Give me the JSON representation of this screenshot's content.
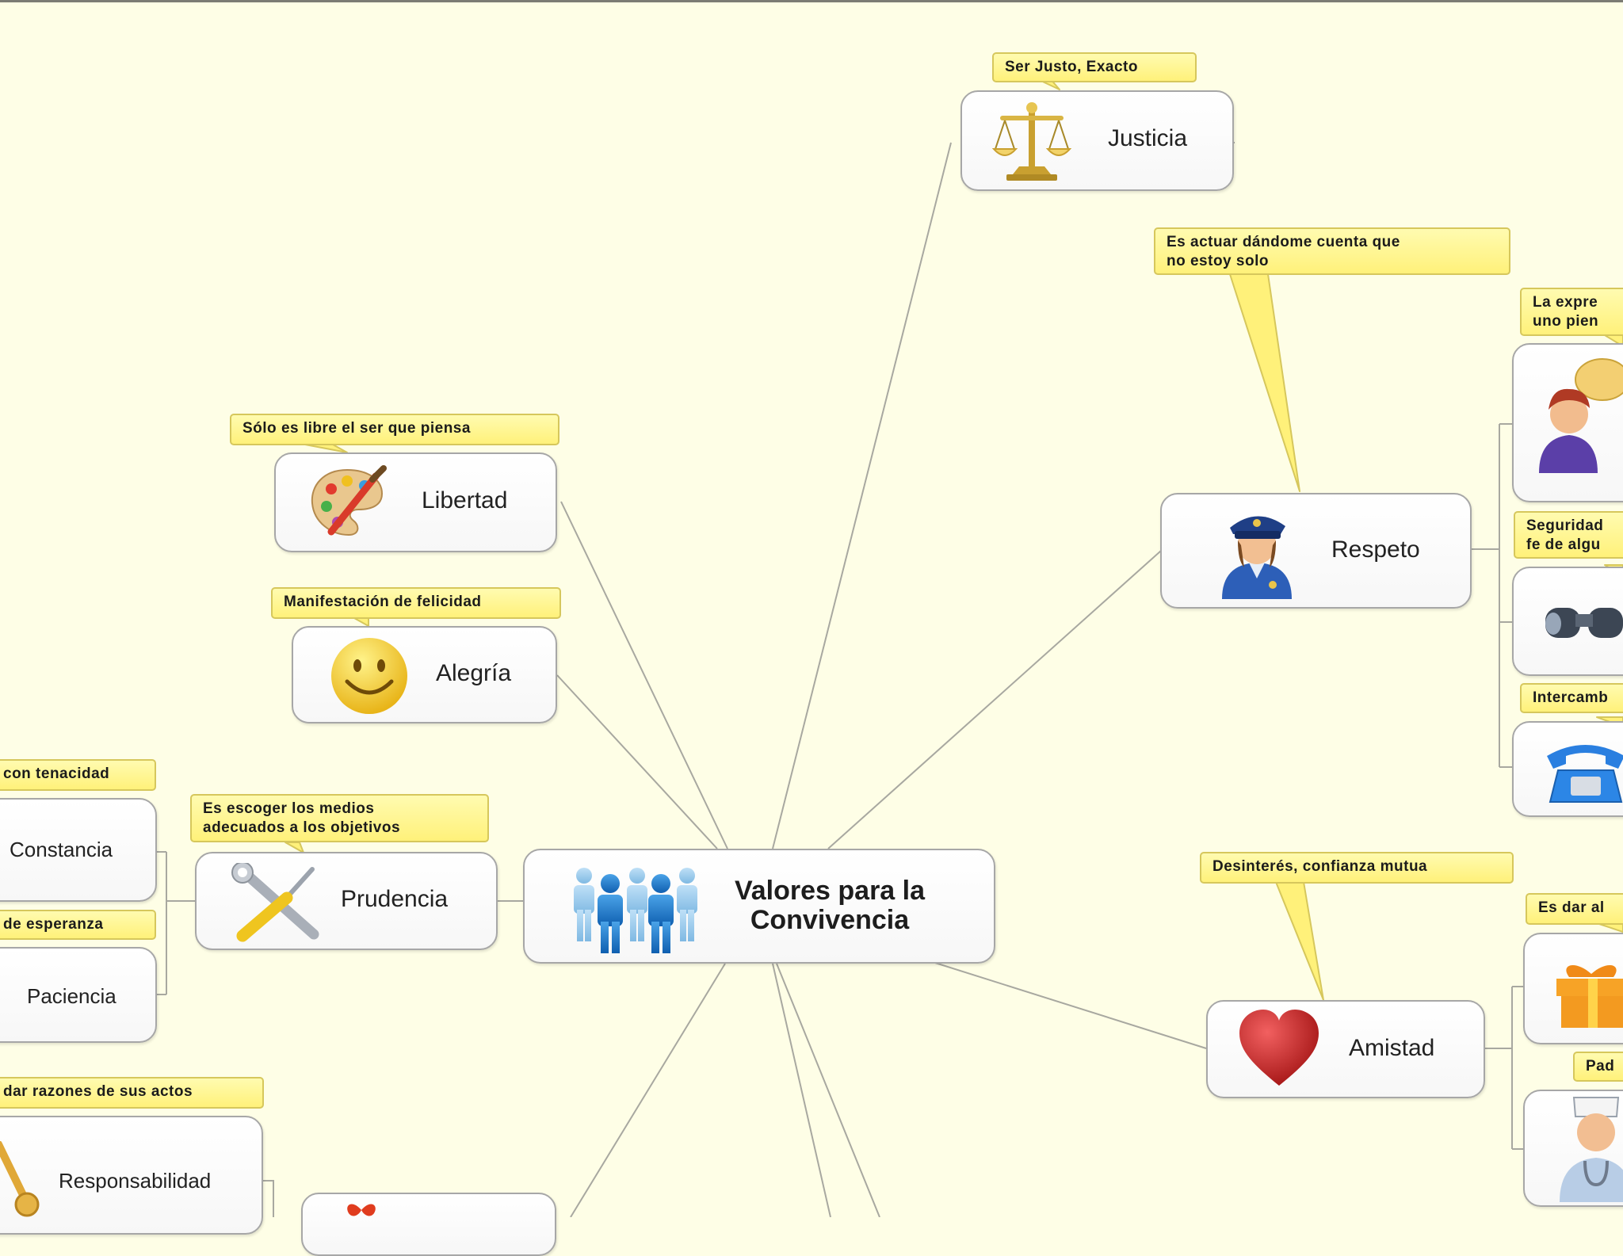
{
  "center": {
    "line1": "Valores para la",
    "line2": "Convivencia",
    "icon": "people-icon"
  },
  "nodes": {
    "justicia": {
      "label": "Justicia",
      "icon": "scales-icon",
      "note": "Ser Justo, Exacto"
    },
    "respeto": {
      "label": "Respeto",
      "icon": "police-officer-icon",
      "note": [
        "Es actuar dándome cuenta que",
        "no estoy solo"
      ]
    },
    "libertad": {
      "label": "Libertad",
      "icon": "paint-palette-icon",
      "note": "Sólo es libre el ser que piensa"
    },
    "alegria": {
      "label": "Alegría",
      "icon": "smiley-icon",
      "note": "Manifestación de felicidad"
    },
    "prudencia": {
      "label": "Prudencia",
      "icon": "wrench-screwdriver-icon",
      "note": [
        "Es escoger los medios",
        "adecuados a los objetivos"
      ]
    },
    "constancia": {
      "label": "Constancia",
      "note": "con tenacidad"
    },
    "paciencia": {
      "label": "Paciencia",
      "note": "de esperanza"
    },
    "responsabilidad": {
      "label": "Responsabilidad",
      "icon": "key-icon",
      "note": "dar razones de sus actos"
    },
    "amistad": {
      "label": "Amistad",
      "icon": "heart-icon",
      "note": "Desinterés, confianza mutua"
    },
    "expresion": {
      "icon": "user-speech-icon",
      "note": [
        "La expre",
        "uno pien"
      ]
    },
    "seguridad": {
      "icon": "binoculars-icon",
      "note": [
        "Seguridad",
        "fe de algu"
      ]
    },
    "intercambio": {
      "icon": "telephone-icon",
      "note": "Intercamb"
    },
    "dar": {
      "icon": "gift-icon",
      "note": "Es dar al"
    },
    "padres": {
      "icon": "doctor-icon",
      "note": "Pad"
    },
    "bottom": {
      "icon": "ribbon-icon"
    }
  }
}
